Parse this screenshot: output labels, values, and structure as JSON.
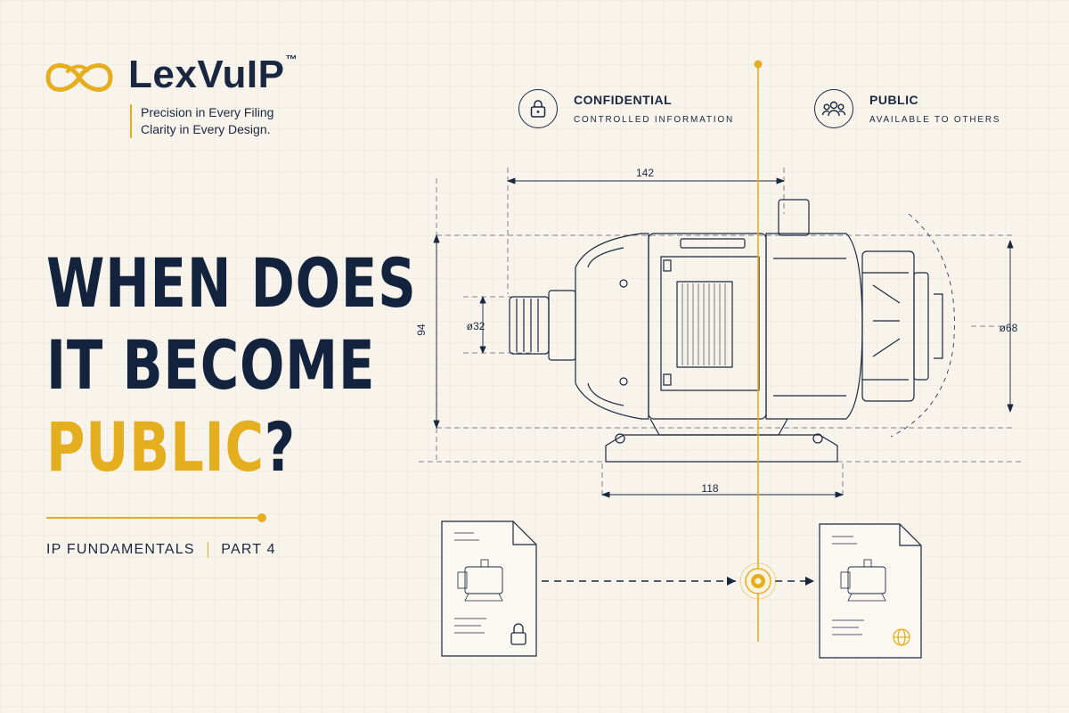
{
  "brand": {
    "name": "LexVuIP",
    "trademark": "™",
    "tagline_line1": "Precision in Every Filing",
    "tagline_line2": "Clarity in Every Design."
  },
  "headline": {
    "line1": "WHEN DOES",
    "line2": "IT BECOME",
    "line3_accent": "PUBLIC",
    "line3_end": "?"
  },
  "series": {
    "name": "IP FUNDAMENTALS",
    "part": "PART 4"
  },
  "legend": {
    "confidential": {
      "title": "CONFIDENTIAL",
      "subtitle": "CONTROLLED INFORMATION",
      "icon": "padlock-icon"
    },
    "public": {
      "title": "PUBLIC",
      "subtitle": "AVAILABLE TO OTHERS",
      "icon": "people-group-icon"
    }
  },
  "dimensions": {
    "overall_width": "142",
    "base_width": "118",
    "height": "94",
    "shaft_diameter": "ø32",
    "end_diameter": "ø68"
  },
  "documents": {
    "confidential_doc_icon": "padlock-icon",
    "public_doc_icon": "globe-icon",
    "transition_marker_icon": "target-icon"
  },
  "colors": {
    "accent": "#e5ae1f",
    "ink": "#1a2740",
    "background": "#f8f4ec"
  }
}
